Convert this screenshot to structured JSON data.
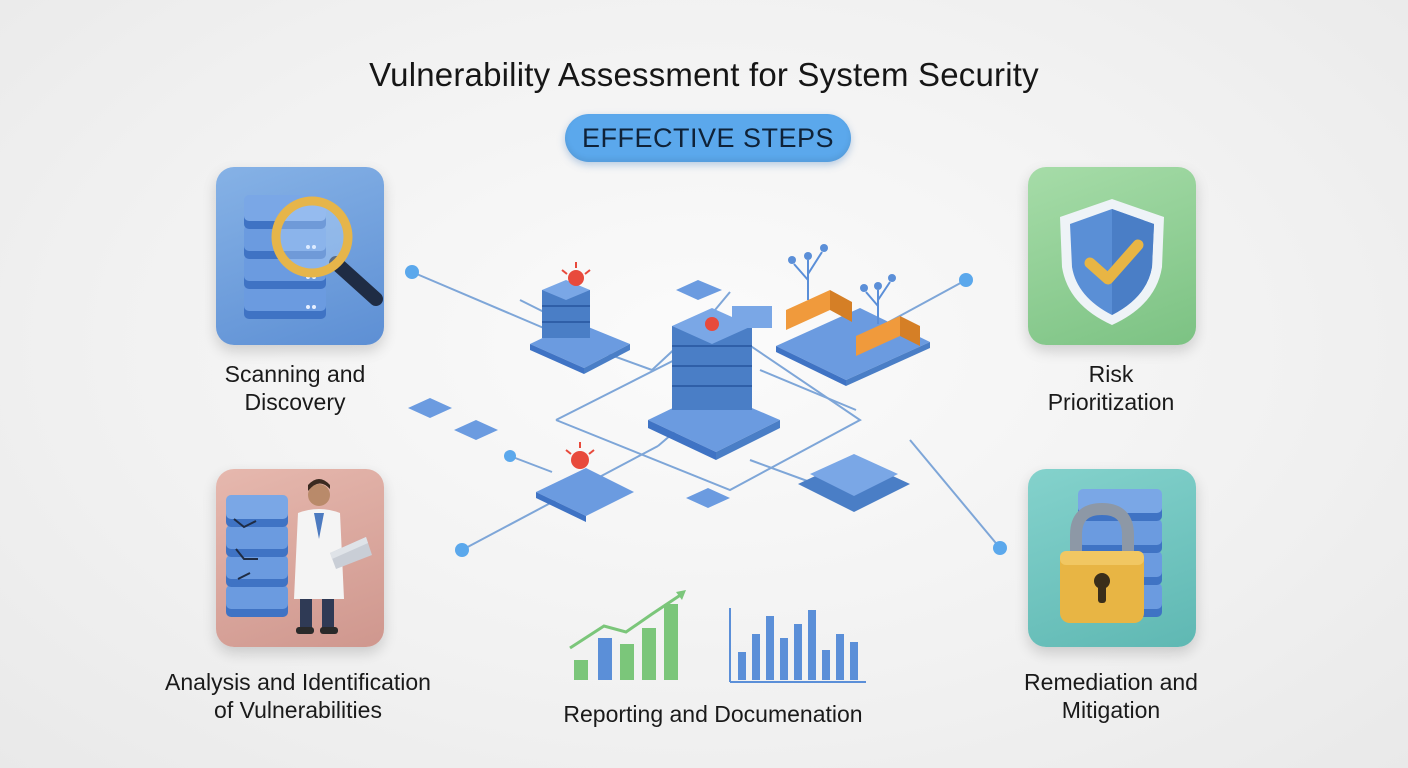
{
  "title": "Vulnerability Assessment for System Security",
  "subtitle": "EFFECTIVE STEPS",
  "steps": {
    "scanning": {
      "line1": "Scanning and",
      "line2": "Discovery",
      "icon": "magnifier-server-icon"
    },
    "risk": {
      "line1": "Risk",
      "line2": "Prioritization",
      "icon": "shield-check-icon"
    },
    "analysis": {
      "line1": "Analysis and Identification",
      "line2": "of Vulnerabilities",
      "icon": "analyst-server-icon"
    },
    "remediation": {
      "line1": "Remediation and",
      "line2": "Mitigation",
      "icon": "padlock-server-icon"
    },
    "reporting": {
      "line1": "Reporting and Documenation",
      "icon": "bar-charts-icon"
    }
  },
  "colors": {
    "accent_blue": "#5ba8ec",
    "server_blue": "#5b8fd8",
    "tile_scanning": "#6f9fdc",
    "tile_risk": "#8fcf95",
    "tile_analysis": "#dba59c",
    "tile_remediation": "#6fc6c0",
    "firewall_orange": "#f09a3c",
    "alert_red": "#e84a3c",
    "chart_green": "#7bc67a",
    "chart_blue": "#5b8fd8"
  }
}
